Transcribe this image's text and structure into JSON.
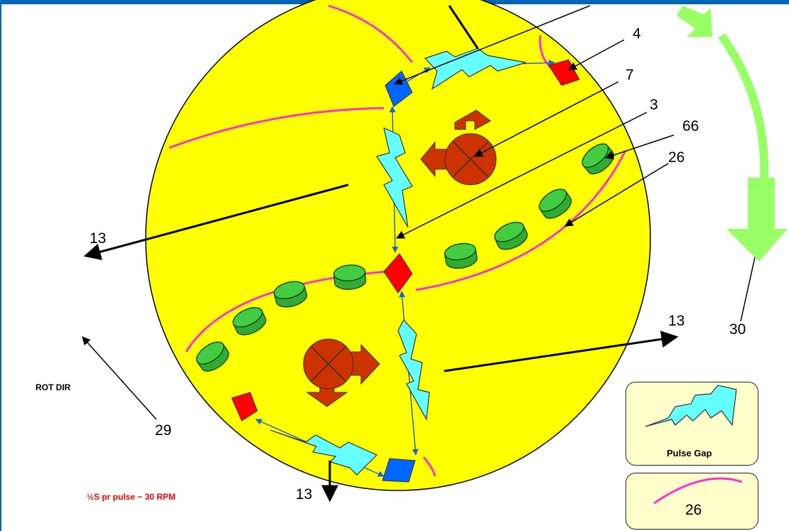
{
  "labels": {
    "n4": "4",
    "n7": "7",
    "n3": "3",
    "n66": "66",
    "n26": "26",
    "n13_left": "13",
    "n13_right": "13",
    "n13_bottom": "13",
    "n29": "29",
    "n30": "30"
  },
  "rot_dir": "ROT DIR",
  "rpm_note": "½S pr pulse ~ 30 RPM",
  "legend": {
    "pulse_gap_label": "Pulse Gap",
    "curve_label": "26"
  },
  "colors": {
    "disc": "#ffff00",
    "magenta": "#ff33cc",
    "pulse": "#66ffff",
    "green_cyl": "#33bb33",
    "red_diamond": "#ff0000",
    "blue_diamond": "#0066ff",
    "motor": "#cc3300",
    "arrow_green": "#99ff66",
    "note_red": "#ff0000"
  }
}
